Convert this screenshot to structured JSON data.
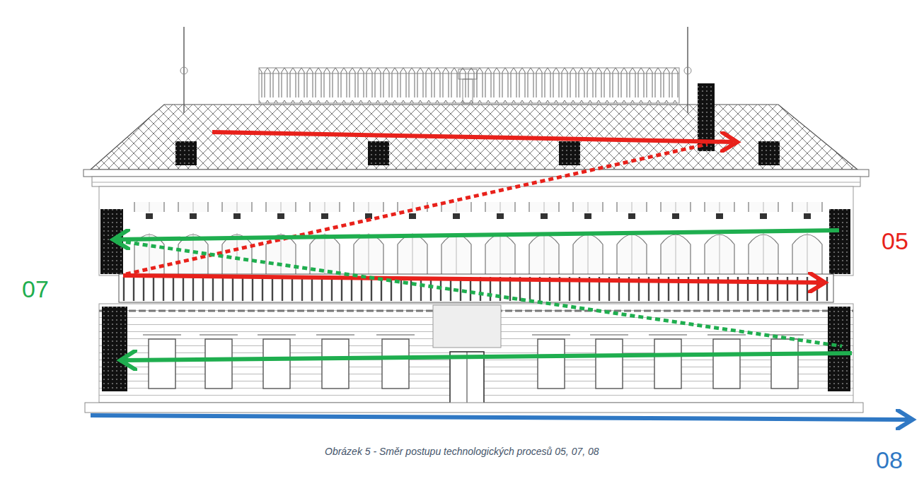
{
  "diagram": {
    "caption": "Obrázek 5 - Směr postupu technologických procesů 05, 07, 08",
    "labels": [
      "05",
      "07",
      "08"
    ]
  }
}
